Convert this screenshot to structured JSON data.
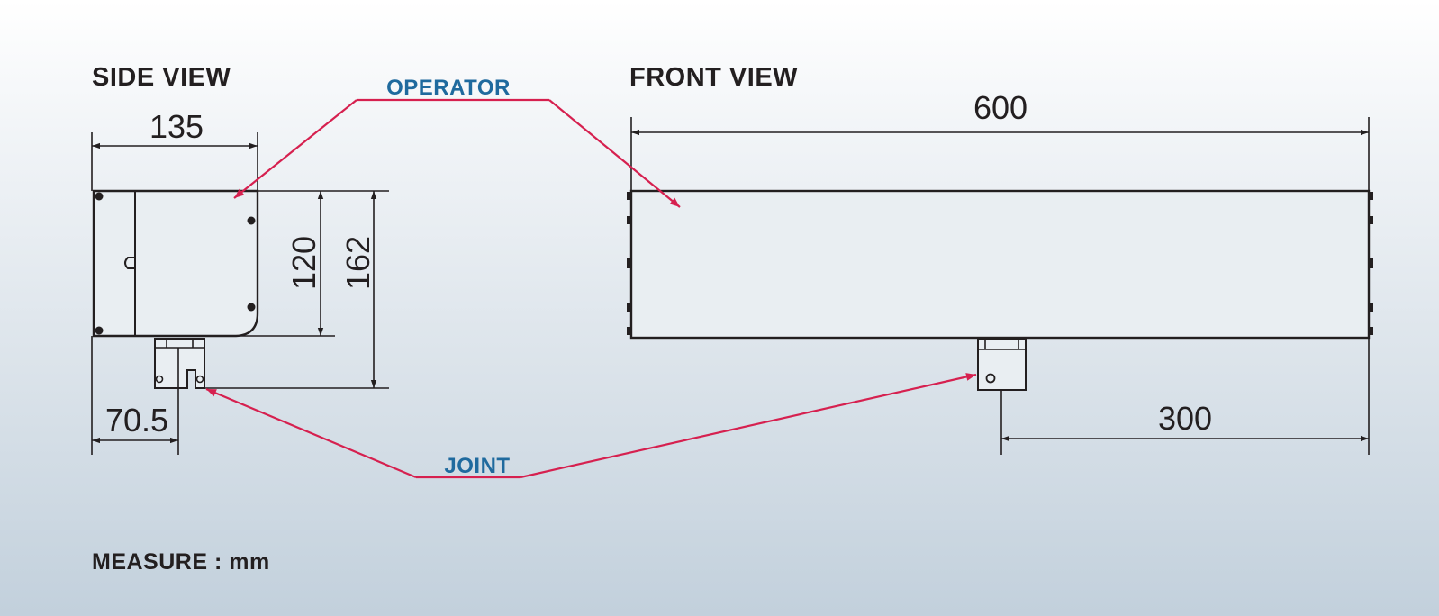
{
  "labels": {
    "side_view": "SIDE VIEW",
    "front_view": "FRONT VIEW",
    "operator": "OPERATOR",
    "joint": "JOINT",
    "measure_note": "MEASURE : mm"
  },
  "dimensions": {
    "side_width": "135",
    "side_body_height": "120",
    "side_total_height": "162",
    "side_joint_offset": "70.5",
    "front_length": "600",
    "front_joint_offset": "300"
  },
  "colors": {
    "line": "#231f20",
    "leader": "#d6204f",
    "callout_text": "#1f6a9e",
    "background_top": "#ffffff",
    "background_bottom": "#c2d0dc"
  }
}
